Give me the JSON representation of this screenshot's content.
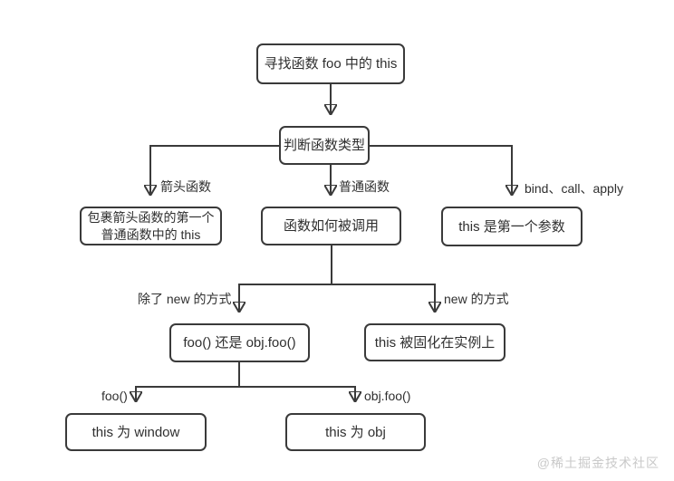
{
  "flowchart": {
    "nodes": {
      "root": "寻找函数 foo 中的 this",
      "judge_type": "判断函数类型",
      "arrow_result": "包裹箭头函数的第一个\n普通函数中的 this",
      "how_called": "函数如何被调用",
      "bind_result": "this 是第一个参数",
      "call_form": "foo() 还是 obj.foo()",
      "new_result": "this 被固化在实例上",
      "window_result": "this 为 window",
      "obj_result": "this 为 obj"
    },
    "edge_labels": {
      "arrow_fn": "箭头函数",
      "normal_fn": "普通函数",
      "bind_call_apply": "bind、call、apply",
      "not_new": "除了 new 的方式",
      "new_way": "new 的方式",
      "foo_call": "foo()",
      "obj_foo_call": "obj.foo()"
    },
    "colors": {
      "line": "#3a3a3a",
      "box_border": "#3a3a3a",
      "text": "#2f2f2f",
      "watermark": "#c9c9c9"
    }
  },
  "page": {
    "watermark": "@稀土掘金技术社区"
  }
}
